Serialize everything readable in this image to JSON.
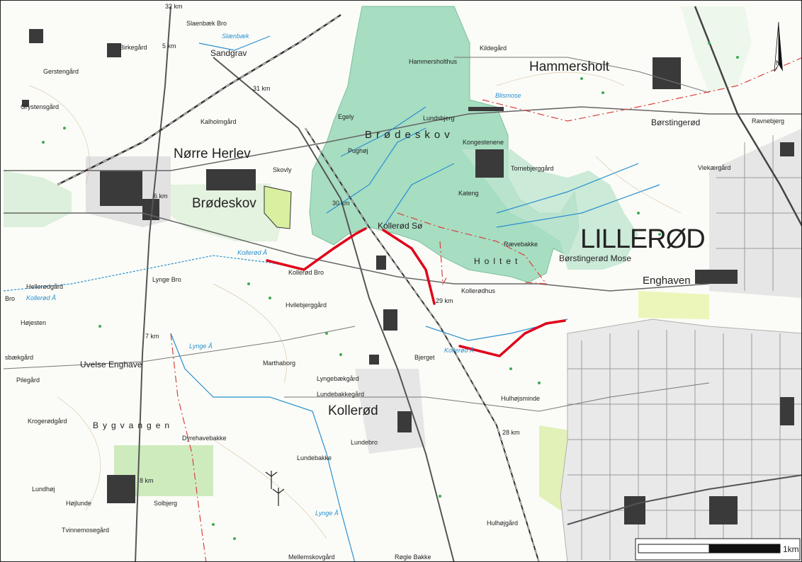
{
  "map": {
    "route_color": "#e0001a",
    "forest_color": "#a7ddc1",
    "water_color": "#2a8fd0",
    "place_labels": [
      {
        "id": "slaenbaek-bro",
        "text": "Slaenbæk Bro"
      },
      {
        "id": "birkegard",
        "text": "Birkegård"
      },
      {
        "id": "sandgrav",
        "text": "Sandgrav"
      },
      {
        "id": "gerstengard",
        "text": "Gerstengård"
      },
      {
        "id": "grystensgard",
        "text": "Grystensgård"
      },
      {
        "id": "kalholmgard",
        "text": "Kalholmgård"
      },
      {
        "id": "norre-herlev",
        "text": "Nørre Herlev"
      },
      {
        "id": "skovly",
        "text": "Skovly"
      },
      {
        "id": "brodeskov-town",
        "text": "Brødeskov"
      },
      {
        "id": "hammersholthus",
        "text": "Hammersholthus"
      },
      {
        "id": "kildegard",
        "text": "Kildegård"
      },
      {
        "id": "hammersholt",
        "text": "Hammersholt"
      },
      {
        "id": "egely",
        "text": "Egely"
      },
      {
        "id": "lundsbjerg",
        "text": "Lundsbjerg"
      },
      {
        "id": "brodeskov-forest",
        "text": "Brødeskov"
      },
      {
        "id": "kongestenene",
        "text": "Kongestenene"
      },
      {
        "id": "pughoj",
        "text": "Pughøj"
      },
      {
        "id": "borstingerod",
        "text": "Børstingerød"
      },
      {
        "id": "ravnebjerg",
        "text": "Ravnebjerg"
      },
      {
        "id": "tornebjerggard",
        "text": "Tornebjerggård"
      },
      {
        "id": "viekaergard",
        "text": "Viekærgård"
      },
      {
        "id": "kateng",
        "text": "Kateng"
      },
      {
        "id": "kollerod-so",
        "text": "Kollerød Sø"
      },
      {
        "id": "lillerod",
        "text": "LILLERØD"
      },
      {
        "id": "raevebakke",
        "text": "Rævebakke"
      },
      {
        "id": "holtet",
        "text": "Holtet"
      },
      {
        "id": "borstingerod-mose",
        "text": "Børstingerød Mose"
      },
      {
        "id": "kollerod-bro",
        "text": "Kollerød Bro"
      },
      {
        "id": "enghaven",
        "text": "Enghaven"
      },
      {
        "id": "hellerodgard",
        "text": "Hellerødgård"
      },
      {
        "id": "lynge-bro",
        "text": "Lynge Bro"
      },
      {
        "id": "bro",
        "text": "Bro"
      },
      {
        "id": "kollerodhus",
        "text": "Kollerødhus"
      },
      {
        "id": "hvilebjerggard",
        "text": "Hvilebjerggård"
      },
      {
        "id": "hojesten",
        "text": "Højesten"
      },
      {
        "id": "sbaekgard",
        "text": "sbækgård"
      },
      {
        "id": "uvelse-enghave",
        "text": "Uvelse Enghave"
      },
      {
        "id": "marthaborg",
        "text": "Marthaborg"
      },
      {
        "id": "bjerget",
        "text": "Bjerget"
      },
      {
        "id": "lyngebaekgard",
        "text": "Lyngebækgård"
      },
      {
        "id": "pilegard",
        "text": "Pilegård"
      },
      {
        "id": "lundebakkegard",
        "text": "Lundebakkegård"
      },
      {
        "id": "hulhojsminde",
        "text": "Hulhøjsminde"
      },
      {
        "id": "kollerod",
        "text": "Kollerød"
      },
      {
        "id": "krogerodgard",
        "text": "Krogerødgård"
      },
      {
        "id": "bygvangen",
        "text": "Bygvangen"
      },
      {
        "id": "dyrehavebakke",
        "text": "Dyrehavebakke"
      },
      {
        "id": "lundebro",
        "text": "Lundebro"
      },
      {
        "id": "lundebakke",
        "text": "Lundebakke"
      },
      {
        "id": "lundhoj",
        "text": "Lundhøj"
      },
      {
        "id": "hojlunde",
        "text": "Højlunde"
      },
      {
        "id": "solbjerg",
        "text": "Solbjerg"
      },
      {
        "id": "hulhojgard",
        "text": "Hulhøjgård"
      },
      {
        "id": "tvinnemosegard",
        "text": "Tvinnemosegård"
      },
      {
        "id": "mellemskovgard",
        "text": "Mellemskovgård"
      },
      {
        "id": "rogle-bakke",
        "text": "Røgle Bakke"
      }
    ],
    "water_labels": [
      {
        "id": "slaenbaek",
        "text": "Slænbæk"
      },
      {
        "id": "blismose",
        "text": "Blismose"
      },
      {
        "id": "kollerod-a-west",
        "text": "Kollerød Å"
      },
      {
        "id": "kollerod-a-far-west",
        "text": "Kollerød Å"
      },
      {
        "id": "kollerod-a-east",
        "text": "Kollerød Å"
      },
      {
        "id": "lynge-a-north",
        "text": "Lynge Å"
      },
      {
        "id": "lynge-a-south",
        "text": "Lynge Å"
      }
    ],
    "km_markers": [
      {
        "id": "km-32",
        "text": "32 km"
      },
      {
        "id": "km-5",
        "text": "5 km"
      },
      {
        "id": "km-31",
        "text": "31 km"
      },
      {
        "id": "km-6",
        "text": "6 km"
      },
      {
        "id": "km-30",
        "text": "30 km"
      },
      {
        "id": "km-29",
        "text": "29 km"
      },
      {
        "id": "km-7",
        "text": "7 km"
      },
      {
        "id": "km-28",
        "text": "28 km"
      },
      {
        "id": "km-8",
        "text": "8 km"
      }
    ],
    "north_arrow": {
      "icon": "north-arrow-icon",
      "label": "N"
    },
    "scale_bar": {
      "label": "1km"
    }
  }
}
